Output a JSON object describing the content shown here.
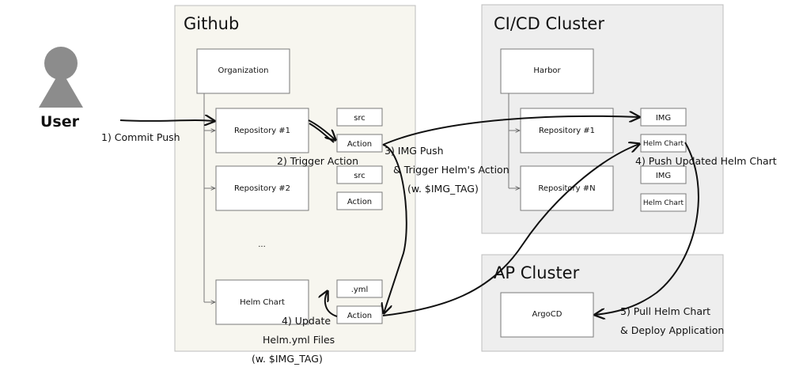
{
  "user": {
    "label": "User"
  },
  "github": {
    "title": "Github",
    "organization": "Organization",
    "repo1": "Repository #1",
    "repo2": "Repository #2",
    "ellipsis": "...",
    "helm_chart": "Helm Chart",
    "src_1": "src",
    "action_1": "Action",
    "src_2": "src",
    "action_2": "Action",
    "yml": ".yml",
    "action_3": "Action"
  },
  "cicd": {
    "title": "CI/CD Cluster",
    "harbor": "Harbor",
    "repo1": "Repository #1",
    "repoN": "Repository #N",
    "img_1": "IMG",
    "helm_chart_1": "Helm Chart",
    "img_2": "IMG",
    "helm_chart_2": "Helm Chart"
  },
  "ap": {
    "title": "AP Cluster",
    "argocd": "ArgoCD"
  },
  "steps": {
    "commit_push": "1) Commit Push",
    "trigger_action": "2) Trigger Action",
    "img_push_line1": "3) IMG Push",
    "img_push_line2": "& Trigger Helm's Action",
    "img_push_line3": "(w. $IMG_TAG)",
    "update_line1": "4) Update",
    "update_line2": "Helm.yml Files",
    "update_line3": "(w. $IMG_TAG)",
    "push_helm": "4) Push Updated Helm Chart",
    "pull_line1": "5) Pull Helm Chart",
    "pull_line2": "& Deploy Application"
  },
  "colors": {
    "github_panel": "#f7f6ef",
    "cluster_panel": "#eeeeee",
    "panel_border": "#bdbdbd",
    "box_border": "#7a7a7a",
    "user_icon": "#8c8c8c"
  }
}
